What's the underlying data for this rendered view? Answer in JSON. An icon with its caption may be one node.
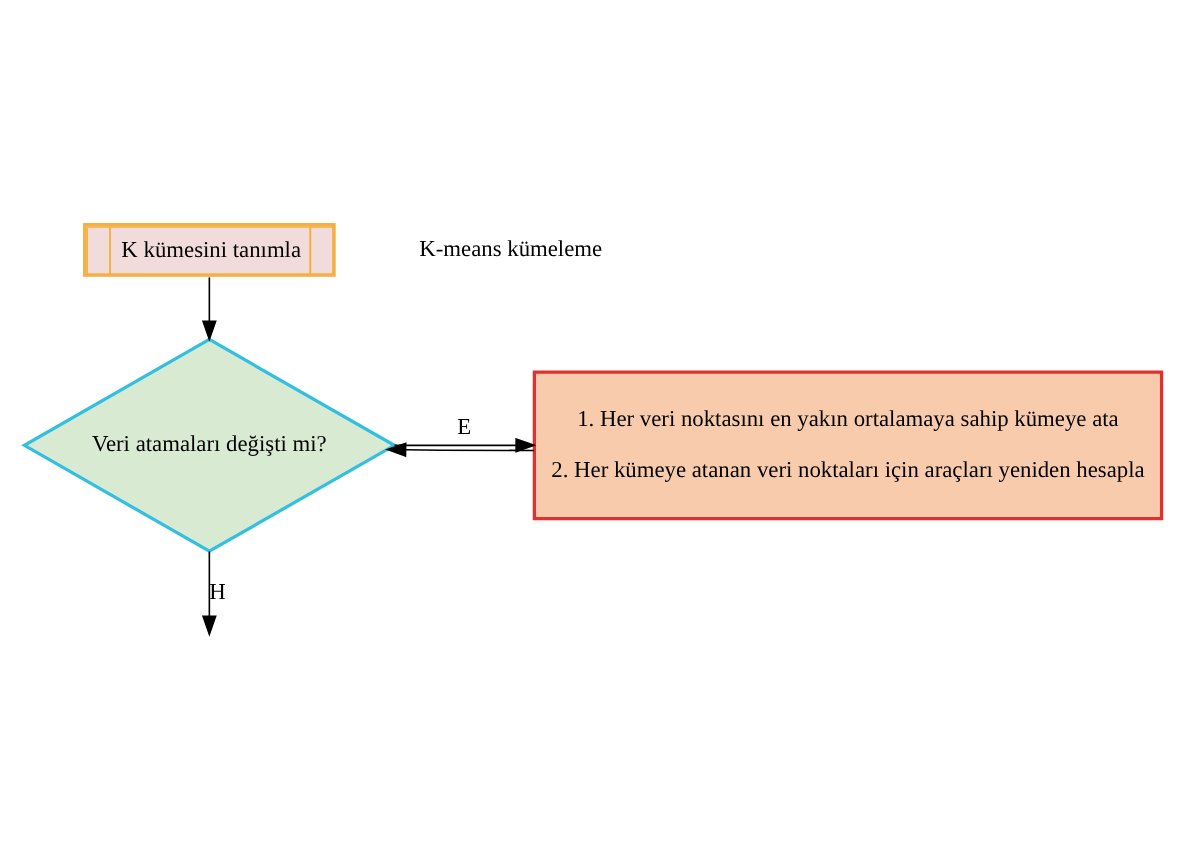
{
  "diagram": {
    "nodes": [
      {
        "text": [
          "K kümesini tanımla"
        ]
      },
      {
        "text": [
          "Veri atamaları değişti mi?"
        ]
      },
      {
        "text": [
          "1. Her veri noktasını en yakın ortalamaya sahip kümeye ata",
          "2. Her kümeye atanan veri noktaları için araçları yeniden hesapla"
        ]
      }
    ],
    "edges": [
      {
        "from": 0,
        "to": 1,
        "arrow": "to"
      },
      {
        "from": 1,
        "to": 2,
        "arrow": "to",
        "label": "E"
      },
      {
        "from": 2,
        "to": 1,
        "arrow": "to"
      },
      {
        "from": 1,
        "to": null,
        "arrow": "to",
        "label": "H"
      }
    ],
    "labels": [
      "K-means kümeleme"
    ]
  }
}
